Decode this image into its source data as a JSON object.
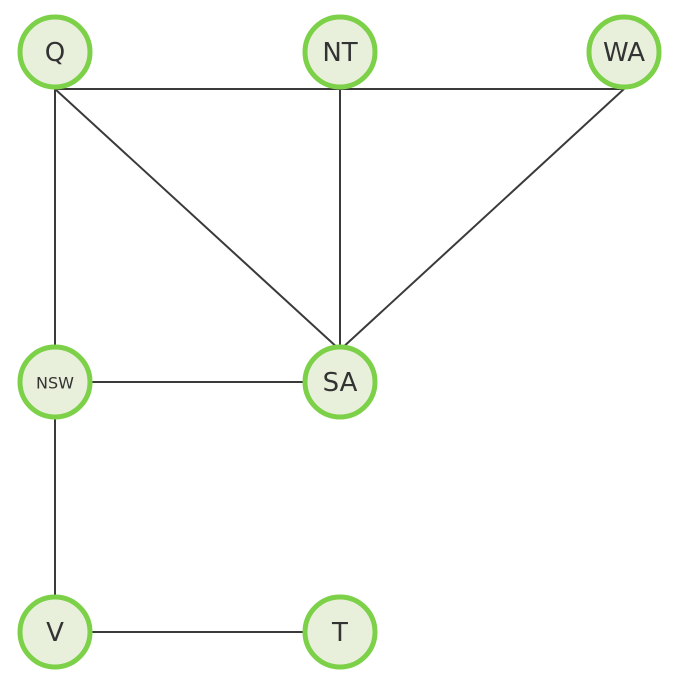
{
  "diagram": {
    "nodes": [
      {
        "id": "Q",
        "label": "Q"
      },
      {
        "id": "NT",
        "label": "NT"
      },
      {
        "id": "WA",
        "label": "WA"
      },
      {
        "id": "NSW",
        "label": "NSW"
      },
      {
        "id": "SA",
        "label": "SA"
      },
      {
        "id": "V",
        "label": "V"
      },
      {
        "id": "T",
        "label": "T"
      }
    ],
    "edges": [
      {
        "from": "Q",
        "to": "WA"
      },
      {
        "from": "Q",
        "to": "SA"
      },
      {
        "from": "NT",
        "to": "SA"
      },
      {
        "from": "WA",
        "to": "SA"
      },
      {
        "from": "Q",
        "to": "NSW"
      },
      {
        "from": "NSW",
        "to": "SA"
      },
      {
        "from": "NSW",
        "to": "V"
      },
      {
        "from": "V",
        "to": "T"
      }
    ],
    "colors": {
      "node_fill": "#e8f0dc",
      "node_stroke": "#7cd148",
      "edge": "#3a3a3a",
      "label": "#333333"
    }
  }
}
